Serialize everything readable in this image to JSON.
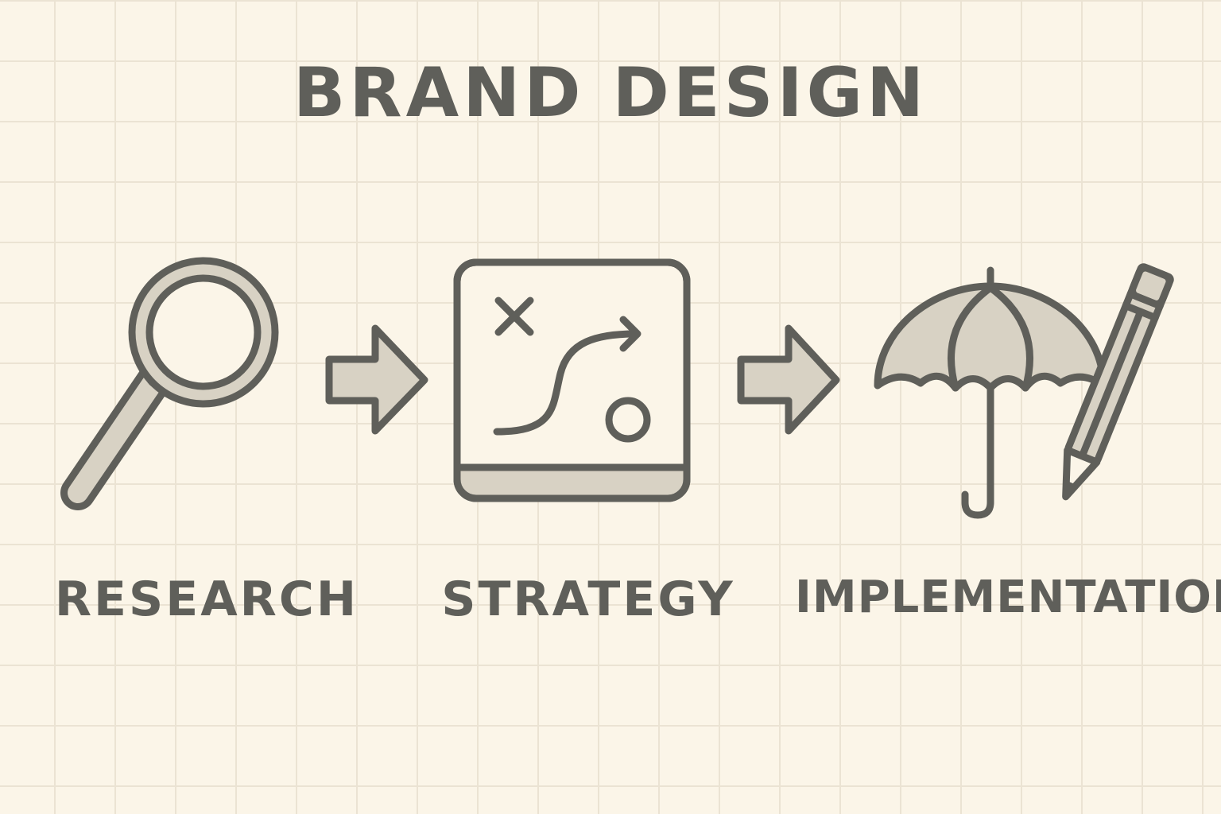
{
  "title": "BRAND DESIGN",
  "steps": [
    {
      "label": "RESEARCH",
      "icon": "magnifying-glass-icon"
    },
    {
      "label": "STRATEGY",
      "icon": "strategy-board-icon"
    },
    {
      "label": "IMPLEMENTATION",
      "icon": "umbrella-and-pencil-icon"
    }
  ],
  "connectors": [
    "arrow-right-icon",
    "arrow-right-icon"
  ],
  "colors": {
    "background": "#fbf5e8",
    "grid": "#ebe3d3",
    "stroke": "#5f5f5a",
    "fill": "#d8d2c4"
  }
}
